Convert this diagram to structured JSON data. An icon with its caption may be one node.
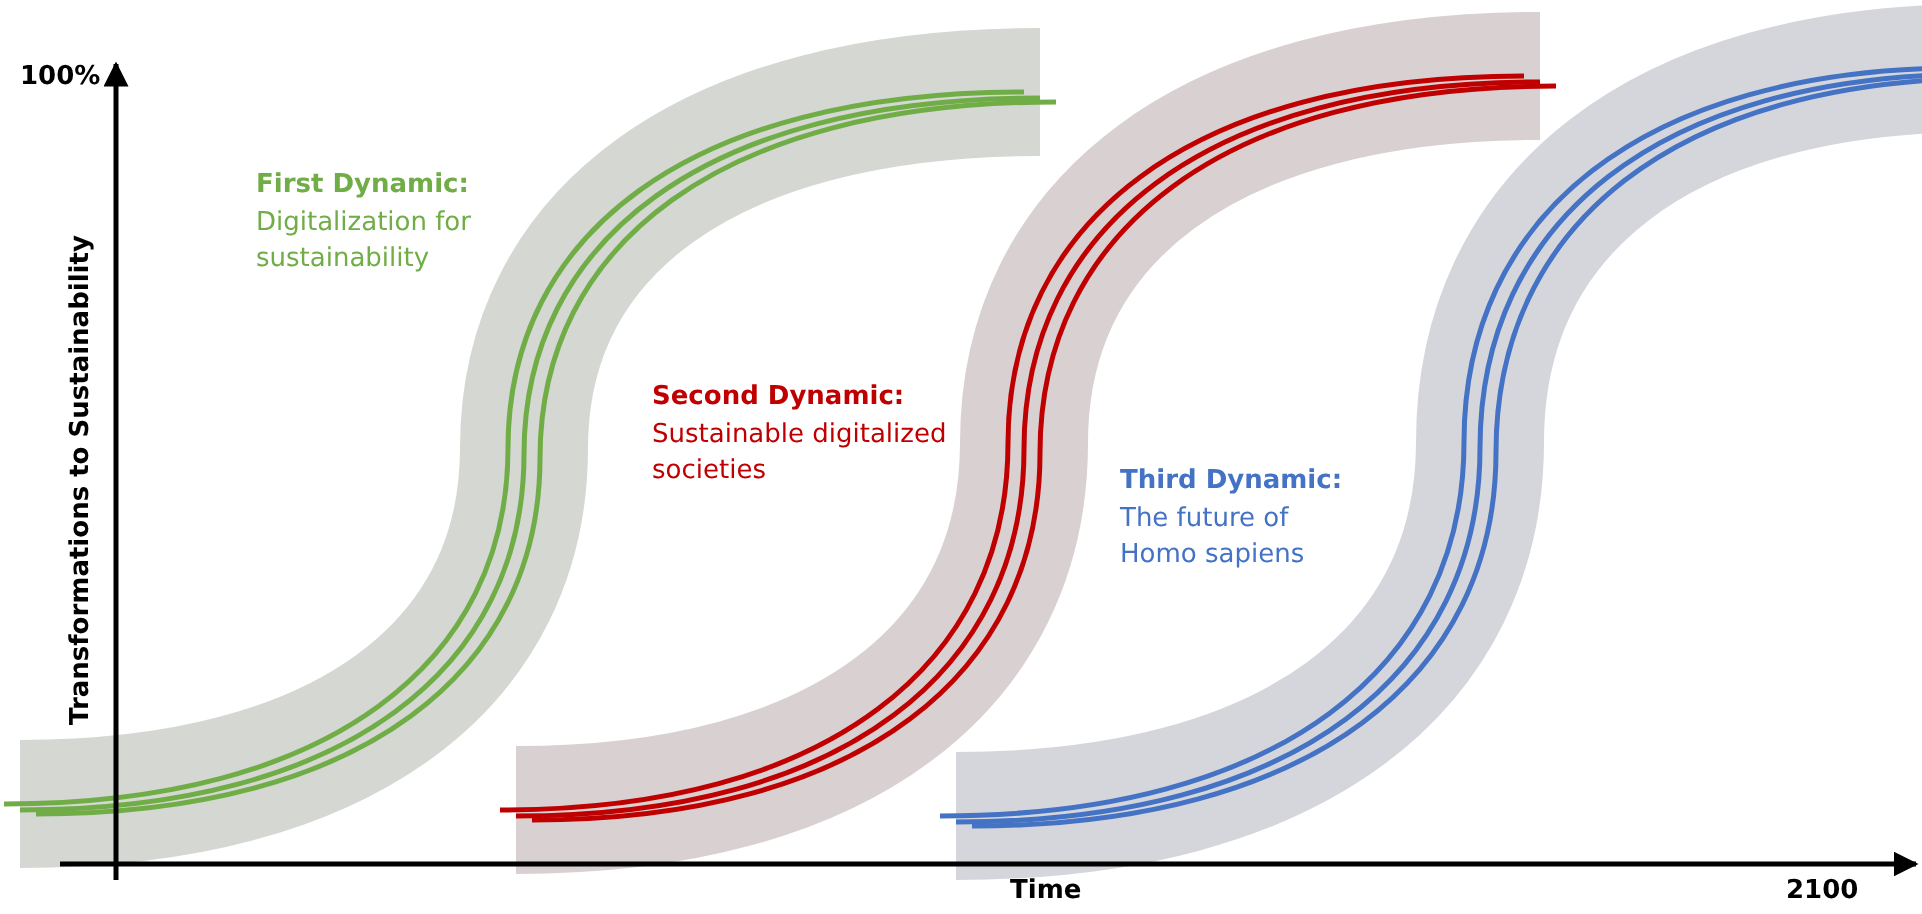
{
  "diagram": {
    "labels": [
      "100%",
      "Transformations to Sustainability",
      "First Dynamic:",
      "Digitalization for sustainability",
      "Second Dynamic:",
      "Sustainable digitalized societies",
      "Third Dynamic:",
      "The future of Homo sapiens",
      "Time",
      "2100"
    ]
  }
}
